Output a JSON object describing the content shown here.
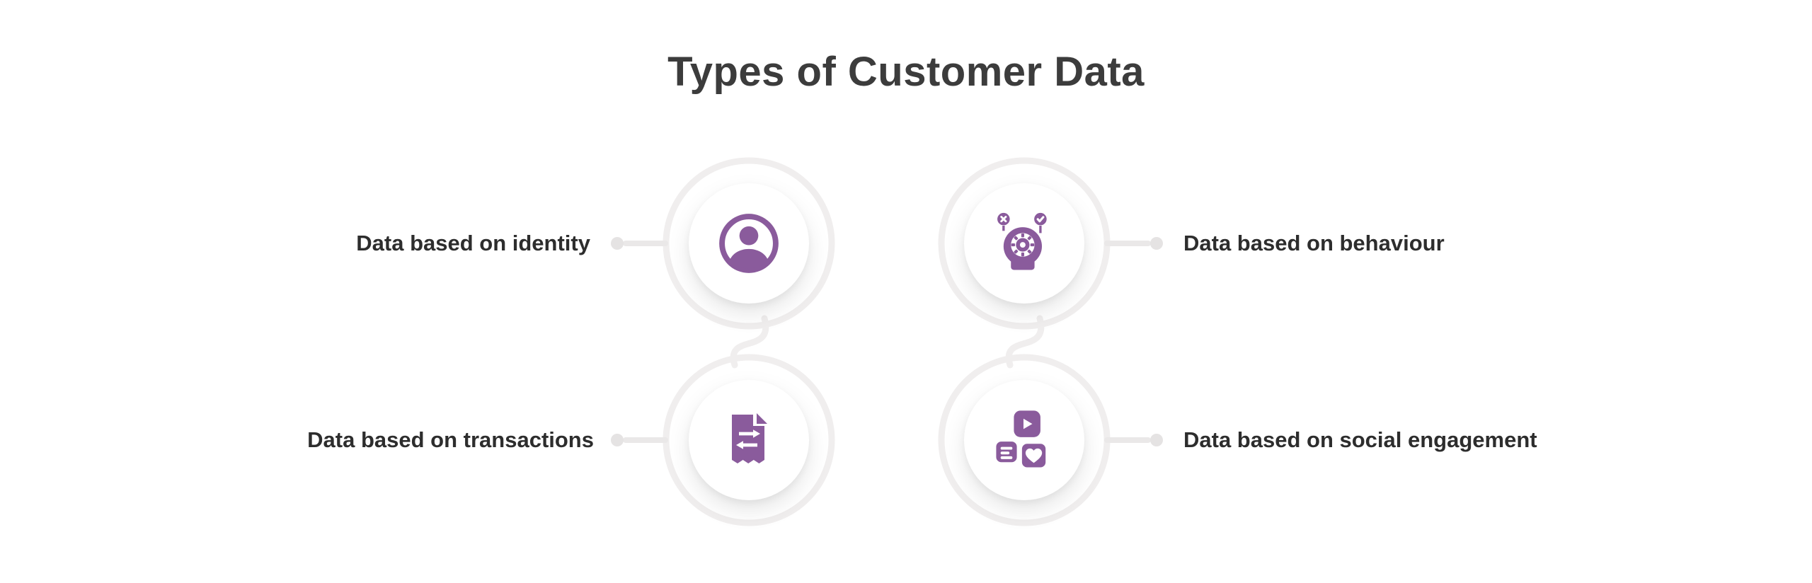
{
  "title": "Types of Customer Data",
  "colors": {
    "accent": "#8a5b9c",
    "ring": "#f0eeee",
    "line": "#eae8e8",
    "dot": "#e5e3e3",
    "text": "#2d2d2d",
    "title_text": "#3c3c3c",
    "background": "#ffffff"
  },
  "nodes": [
    {
      "id": "identity",
      "label": "Data based on identity",
      "icon": "identity-person-icon"
    },
    {
      "id": "behaviour",
      "label": "Data based on behaviour",
      "icon": "behaviour-mind-gear-icon"
    },
    {
      "id": "transactions",
      "label": "Data based on transactions",
      "icon": "transactions-receipt-swap-icon"
    },
    {
      "id": "social_engagement",
      "label": "Data based on social engagement",
      "icon": "social-engagement-media-icon"
    }
  ]
}
